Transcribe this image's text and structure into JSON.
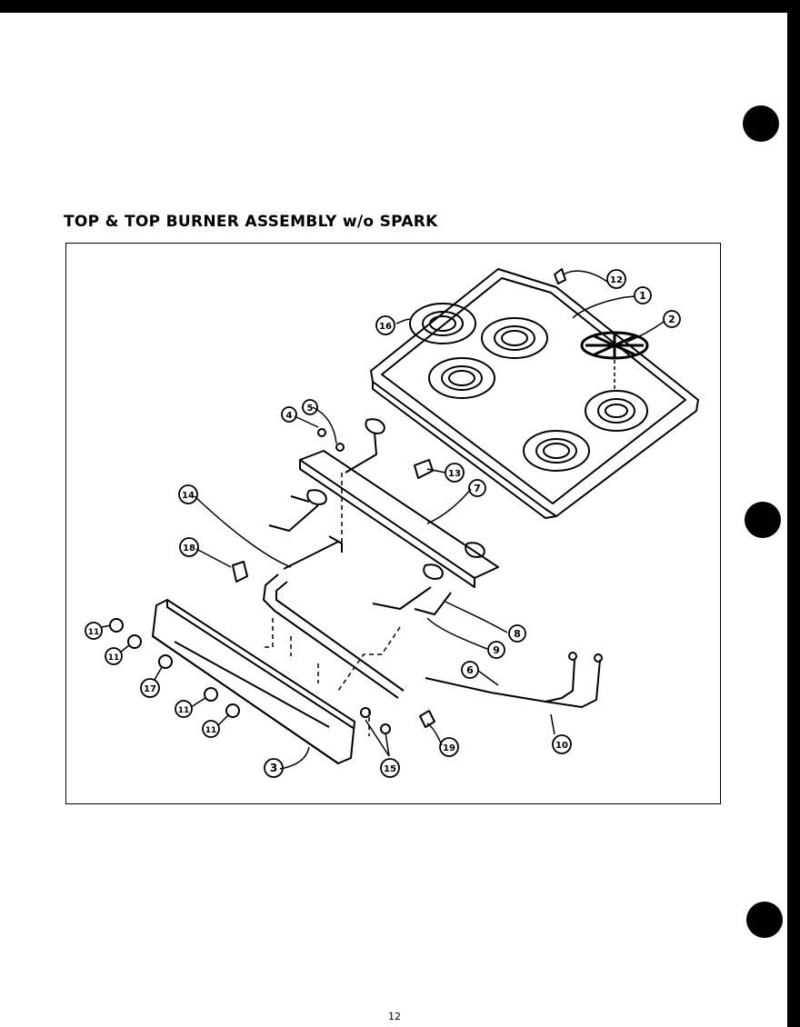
{
  "page": {
    "title": "TOP & TOP BURNER ASSEMBLY w/o SPARK",
    "page_number": "12"
  },
  "diagram": {
    "callouts": [
      "1",
      "2",
      "3",
      "4",
      "5",
      "6",
      "7",
      "8",
      "9",
      "10",
      "11",
      "12",
      "13",
      "14",
      "15",
      "16",
      "17",
      "18",
      "19"
    ]
  }
}
